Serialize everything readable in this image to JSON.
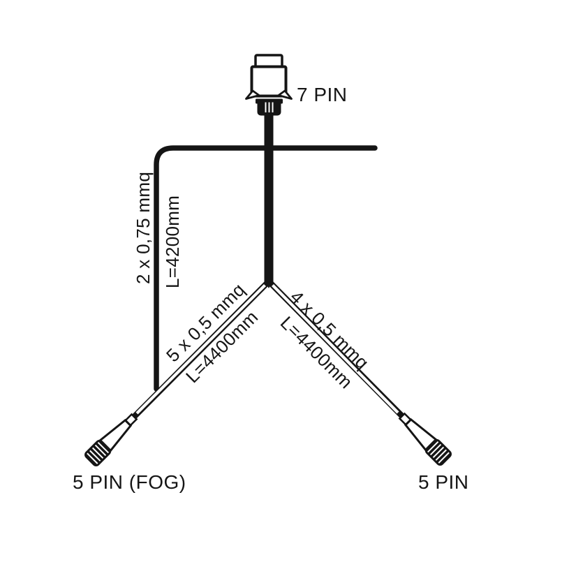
{
  "diagram": {
    "type": "wiring-harness",
    "background_color": "#ffffff",
    "line_color": "#151515",
    "connector_top": {
      "label": "7 PIN"
    },
    "connector_left": {
      "label": "5 PIN (FOG)"
    },
    "connector_right": {
      "label": "5 PIN"
    },
    "cable_side_branch": {
      "spec": "2 x 0,75 mmq",
      "length": "L=4200mm"
    },
    "cable_left_branch": {
      "spec": "5 x 0,5 mmq",
      "length": "L=4400mm"
    },
    "cable_right_branch": {
      "spec": "4 x 0,5 mmq",
      "length": "L=4400mm"
    }
  }
}
